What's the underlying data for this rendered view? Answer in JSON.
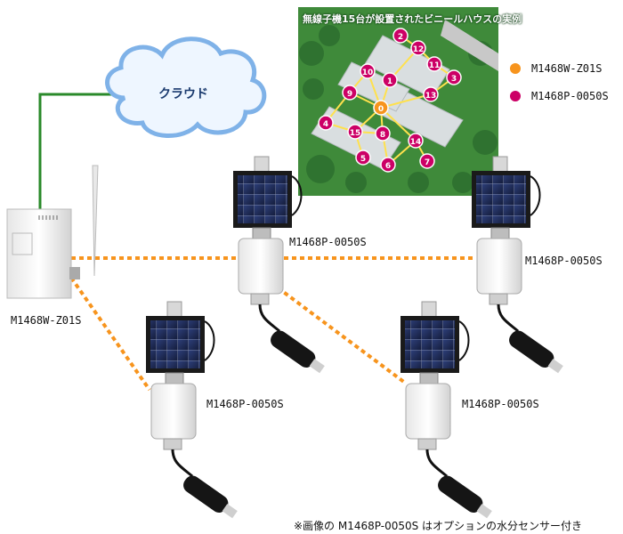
{
  "cloud": {
    "label": "クラウド"
  },
  "map": {
    "title": "無線子機15台が設置されたビニールハウスの実例",
    "nodes": [
      {
        "id": "0",
        "type": "gateway"
      },
      {
        "id": "1",
        "type": "sensor"
      },
      {
        "id": "2",
        "type": "sensor"
      },
      {
        "id": "3",
        "type": "sensor"
      },
      {
        "id": "4",
        "type": "sensor"
      },
      {
        "id": "5",
        "type": "sensor"
      },
      {
        "id": "6",
        "type": "sensor"
      },
      {
        "id": "7",
        "type": "sensor"
      },
      {
        "id": "8",
        "type": "sensor"
      },
      {
        "id": "9",
        "type": "sensor"
      },
      {
        "id": "10",
        "type": "sensor"
      },
      {
        "id": "11",
        "type": "sensor"
      },
      {
        "id": "12",
        "type": "sensor"
      },
      {
        "id": "13",
        "type": "sensor"
      },
      {
        "id": "14",
        "type": "sensor"
      },
      {
        "id": "15",
        "type": "sensor"
      }
    ]
  },
  "legend": {
    "items": [
      {
        "label": "M1468W-Z01S",
        "color": "#f7941d"
      },
      {
        "label": "M1468P-0050S",
        "color": "#cc0066"
      }
    ]
  },
  "devices": {
    "gateway": {
      "label": "M1468W-Z01S"
    },
    "sensor_top_center": {
      "label": "M1468P-0050S"
    },
    "sensor_top_right": {
      "label": "M1468P-0050S"
    },
    "sensor_bottom_left": {
      "label": "M1468P-0050S"
    },
    "sensor_bottom_right": {
      "label": "M1468P-0050S"
    }
  },
  "footnote": "※画像の M1468P-0050S はオプションの水分センサー付き",
  "colors": {
    "link": "#f7941d",
    "wire": "#2a8a2a",
    "node_sensor": "#cc0066",
    "node_gateway": "#f7941d"
  }
}
